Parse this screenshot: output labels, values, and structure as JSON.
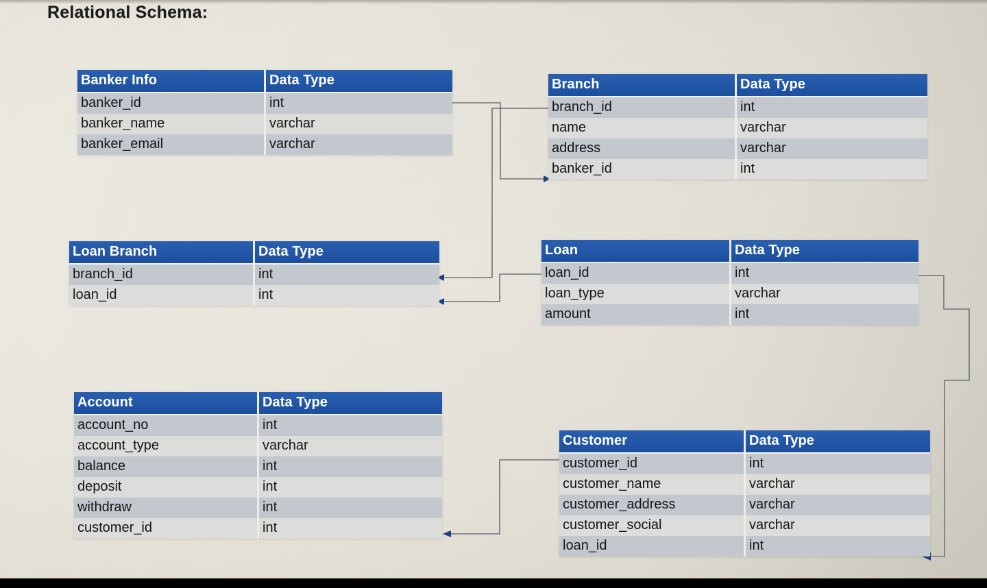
{
  "page": {
    "title": "Relational Schema:",
    "background_color": "#e8e5dc",
    "header_color": "#1f52a8",
    "row_color_odd": "#c3c8cf",
    "row_color_even": "#dcdcda",
    "connector_color": "#6e7278",
    "arrow_color": "#1e3f84"
  },
  "tables": [
    {
      "name": "banker-info",
      "header": {
        "entity": "Banker Info",
        "type": "Data Type"
      },
      "rows": [
        {
          "field": "banker_id",
          "type": "int"
        },
        {
          "field": "banker_name",
          "type": "varchar"
        },
        {
          "field": "banker_email",
          "type": "varchar"
        }
      ]
    },
    {
      "name": "branch",
      "header": {
        "entity": "Branch",
        "type": "Data Type"
      },
      "rows": [
        {
          "field": "branch_id",
          "type": "int"
        },
        {
          "field": "name",
          "type": "varchar"
        },
        {
          "field": "address",
          "type": "varchar"
        },
        {
          "field": "banker_id",
          "type": "int"
        }
      ]
    },
    {
      "name": "loan-branch",
      "header": {
        "entity": "Loan Branch",
        "type": "Data Type"
      },
      "rows": [
        {
          "field": "branch_id",
          "type": "int"
        },
        {
          "field": "loan_id",
          "type": "int"
        }
      ]
    },
    {
      "name": "loan",
      "header": {
        "entity": "Loan",
        "type": "Data Type"
      },
      "rows": [
        {
          "field": "loan_id",
          "type": "int"
        },
        {
          "field": "loan_type",
          "type": "varchar"
        },
        {
          "field": "amount",
          "type": "int"
        }
      ]
    },
    {
      "name": "account",
      "header": {
        "entity": "Account",
        "type": "Data Type"
      },
      "rows": [
        {
          "field": "account_no",
          "type": "int"
        },
        {
          "field": "account_type",
          "type": "varchar"
        },
        {
          "field": "balance",
          "type": "int"
        },
        {
          "field": "deposit",
          "type": "int"
        },
        {
          "field": "withdraw",
          "type": "int"
        },
        {
          "field": "customer_id",
          "type": "int"
        }
      ]
    },
    {
      "name": "customer",
      "header": {
        "entity": "Customer",
        "type": "Data Type"
      },
      "rows": [
        {
          "field": "customer_id",
          "type": "int"
        },
        {
          "field": "customer_name",
          "type": "varchar"
        },
        {
          "field": "customer_address",
          "type": "varchar"
        },
        {
          "field": "customer_social",
          "type": "varchar"
        },
        {
          "field": "loan_id",
          "type": "int"
        }
      ]
    }
  ],
  "relationships": [
    {
      "from": "banker-info.banker_id",
      "to": "branch.banker_id"
    },
    {
      "from": "branch.branch_id",
      "to": "loan-branch.branch_id"
    },
    {
      "from": "loan.loan_id",
      "to": "loan-branch.loan_id"
    },
    {
      "from": "loan.loan_id",
      "to": "customer.loan_id"
    },
    {
      "from": "customer.customer_id",
      "to": "account.customer_id"
    }
  ]
}
